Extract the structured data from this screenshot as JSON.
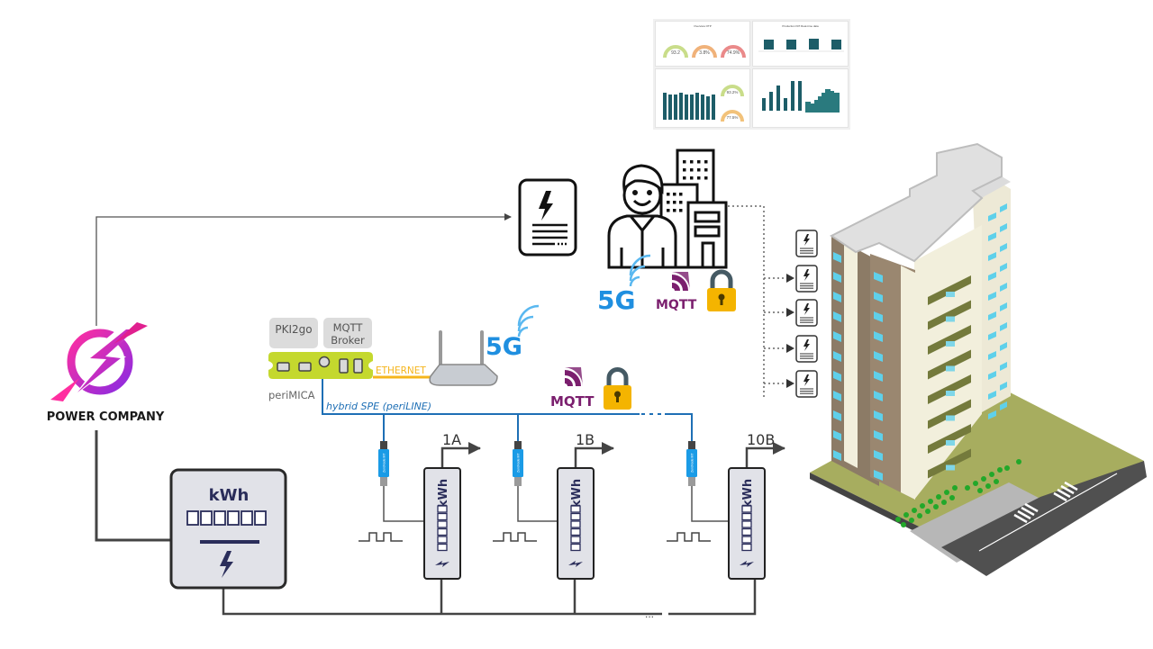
{
  "dashboard": {
    "panels": [
      {
        "title": "Overview OTP",
        "gauges": [
          "93.2",
          "3.8%",
          "74.9%"
        ]
      },
      {
        "title": "Production KPI Real-time data",
        "tiles": [
          "",
          "",
          "",
          ""
        ]
      },
      {
        "title": "OEE trend",
        "gauges": [
          "93.2%",
          "77.5%"
        ]
      },
      {
        "title": "Consumption trend",
        "series": [
          "bars",
          "area"
        ]
      }
    ]
  },
  "power_company": {
    "label": "POWER COMPANY",
    "colors": {
      "primary": "#e020a8",
      "secondary": "#8a2be2"
    }
  },
  "gateway": {
    "pki_label": "PKI2go",
    "mqtt_broker_label": "MQTT\nBroker",
    "mqtt_broker_line1": "MQTT",
    "mqtt_broker_line2": "Broker",
    "device_label": "periMICA",
    "ethernet_label": "ETHERNET",
    "bus_label": "hybrid SPE (periLINE)"
  },
  "router": {
    "network_label": "5G"
  },
  "mqtt_secure": {
    "label": "MQTT"
  },
  "cloud_user": {
    "labels": {
      "network": "5G",
      "protocol": "MQTT"
    }
  },
  "main_meter": {
    "unit": "kWh",
    "digits": 6
  },
  "sub_meters": [
    {
      "id": "1A",
      "unit": "kWh",
      "sensor": "ZeroNode MT"
    },
    {
      "id": "1B",
      "unit": "kWh",
      "sensor": "ZeroNode MT"
    },
    {
      "id": "10B",
      "unit": "kWh",
      "sensor": "ZeroNode MT"
    }
  ],
  "ellipsis": "...",
  "invoices": {
    "count": 5
  },
  "colors": {
    "bus_blue": "#1e6fb5",
    "sensor_blue": "#1a9be6",
    "ethernet_orange": "#f5b51c",
    "gateway_green": "#c4d82e",
    "mqtt_purple": "#7b1f6e",
    "lock_gold": "#f4b400",
    "fiveg_blue": "#1f8fe0",
    "meter_fill": "#e1e2e8",
    "line_dark": "#444444"
  }
}
